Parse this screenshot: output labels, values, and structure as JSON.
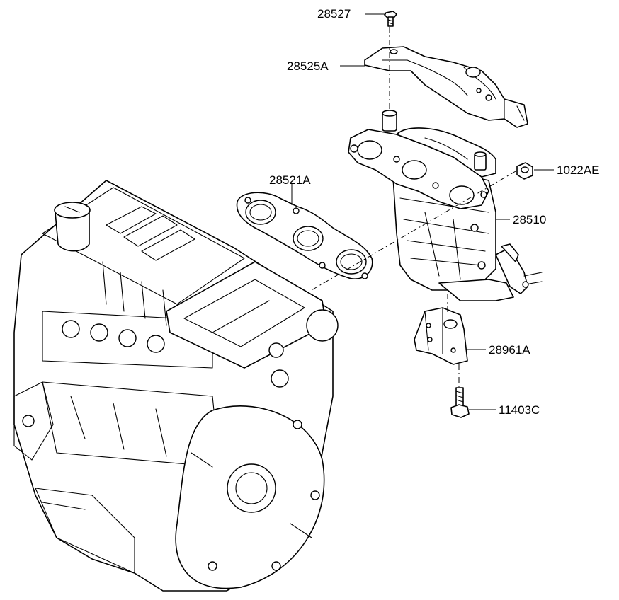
{
  "callouts": {
    "bolt_top": "28527",
    "heat_protector": "28525A",
    "nut": "1022AE",
    "gasket": "28521A",
    "manifold_converter": "28510",
    "bracket": "28961A",
    "bolt_bottom": "11403C"
  },
  "colors": {
    "line": "#000000",
    "background": "#ffffff"
  }
}
